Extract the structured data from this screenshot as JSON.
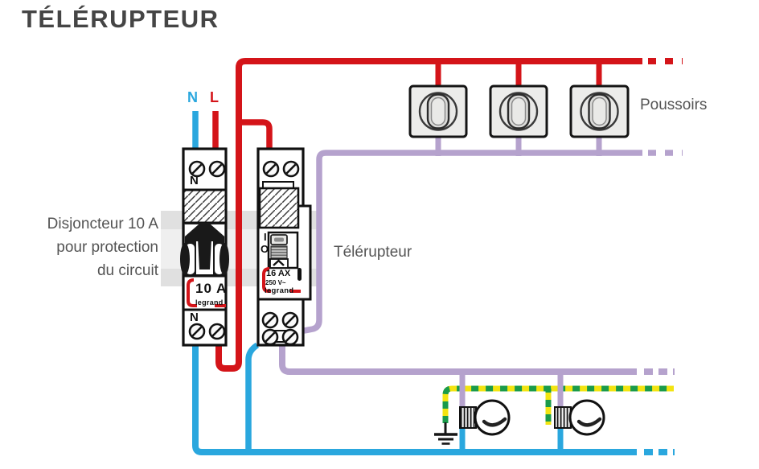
{
  "title": "TÉLÉRUPTEUR",
  "supply": {
    "neutral_label": "N",
    "live_label": "L"
  },
  "breaker": {
    "annotation_lines": [
      "Disjoncteur 10 A",
      "pour protection",
      "du circuit"
    ],
    "terminal_top": "N",
    "terminal_bottom": "N",
    "rating": "10 A",
    "brand": "legrand"
  },
  "telerupteur": {
    "label": "Télérupteur",
    "switch_on": "I",
    "switch_off": "O",
    "rating": "16 AX",
    "voltage": "250 V~",
    "brand": "legrand"
  },
  "pushbuttons": {
    "label": "Poussoirs",
    "count": 3
  },
  "lamps": {
    "count": 2
  },
  "colors": {
    "live_red": "#d41419",
    "neutral_blue": "#2aa7de",
    "switched_purple": "#b5a2cd",
    "earth_yellow": "#f3e411",
    "earth_green": "#1a9b4a",
    "din_rail_gray": "#e0e0e0",
    "text_gray": "#545454"
  }
}
